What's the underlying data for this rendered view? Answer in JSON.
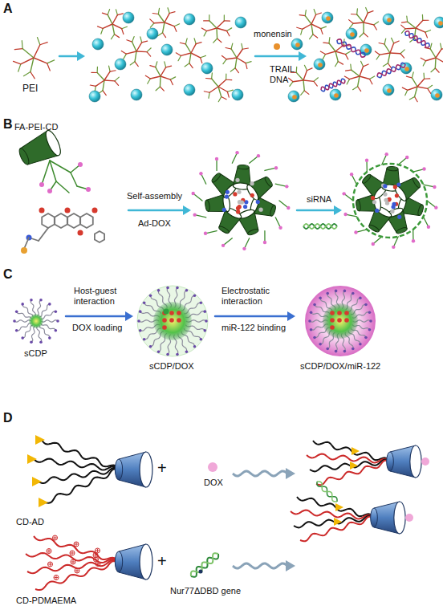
{
  "diagram": {
    "labels": [
      "A",
      "PEI",
      "monensin",
      "TRAIL DNA",
      "B",
      "FA-PEI-CD",
      "Self-assembly",
      "Ad-DOX",
      "siRNA",
      "C",
      "sCDP",
      "Host-guest interaction",
      "DOX loading",
      "sCDP/DOX",
      "Electrostatic interaction",
      "miR-122 binding",
      "sCDP/DOX/miR-122",
      "D",
      "CD-AD",
      "+",
      "DOX",
      "CD-PDMAEMA",
      "+",
      "Nur77ΔDBD gene"
    ]
  }
}
